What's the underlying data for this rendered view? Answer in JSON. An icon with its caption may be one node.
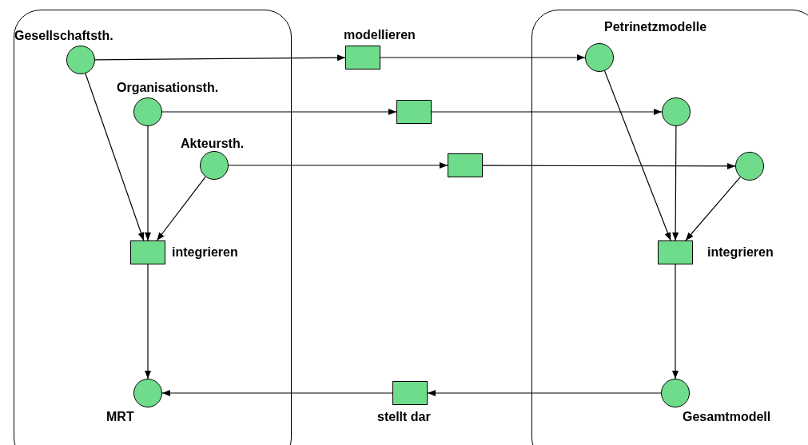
{
  "diagram": {
    "nodes": [
      {
        "text": [],
        "shape": "box"
      },
      {
        "text": [],
        "shape": "circle",
        "beside": [
          "Gesellschaftsth."
        ],
        "in": 0
      },
      {
        "text": [],
        "shape": "circle",
        "beside": [
          "Organisationsth."
        ],
        "in": 0
      },
      {
        "text": [],
        "shape": "circle",
        "beside": [
          "Akteursth."
        ],
        "in": 0
      },
      {
        "text": [],
        "shape": "bar",
        "beside": [
          "integrieren"
        ],
        "in": 0
      },
      {
        "text": [],
        "shape": "circle",
        "beside": [
          "MRT"
        ],
        "in": 0
      },
      {
        "text": [],
        "shape": "bar",
        "beside": [
          "modellieren"
        ]
      },
      {
        "text": [],
        "shape": "bar"
      },
      {
        "text": [],
        "shape": "bar"
      },
      {
        "text": [],
        "shape": "bar",
        "beside": [
          "stellt dar"
        ]
      },
      {
        "text": [],
        "shape": "box"
      },
      {
        "text": [],
        "shape": "circle",
        "beside": [
          "Petrinetzmodelle"
        ],
        "in": 10
      },
      {
        "text": [],
        "shape": "circle",
        "in": 10
      },
      {
        "text": [],
        "shape": "circle",
        "in": 10
      },
      {
        "text": [],
        "shape": "bar",
        "beside": [
          "integrieren"
        ],
        "in": 10
      },
      {
        "text": [],
        "shape": "circle",
        "beside": [
          "Gesamtmodell"
        ],
        "in": 10
      }
    ],
    "edges": [
      {
        "from": 1,
        "to": 6,
        "arrow": "to"
      },
      {
        "from": 6,
        "to": 11,
        "arrow": "to"
      },
      {
        "from": 2,
        "to": 7,
        "arrow": "to"
      },
      {
        "from": 7,
        "to": 12,
        "arrow": "to"
      },
      {
        "from": 3,
        "to": 8,
        "arrow": "to"
      },
      {
        "from": 8,
        "to": 13,
        "arrow": "to"
      },
      {
        "from": 1,
        "to": 4,
        "arrow": "to"
      },
      {
        "from": 2,
        "to": 4,
        "arrow": "to"
      },
      {
        "from": 3,
        "to": 4,
        "arrow": "to"
      },
      {
        "from": 4,
        "to": 5,
        "arrow": "to"
      },
      {
        "from": 11,
        "to": 14,
        "arrow": "to"
      },
      {
        "from": 12,
        "to": 14,
        "arrow": "to"
      },
      {
        "from": 13,
        "to": 14,
        "arrow": "to"
      },
      {
        "from": 14,
        "to": 15,
        "arrow": "to"
      },
      {
        "from": 15,
        "to": 9,
        "arrow": "to"
      },
      {
        "from": 9,
        "to": 5,
        "arrow": "to"
      }
    ]
  }
}
